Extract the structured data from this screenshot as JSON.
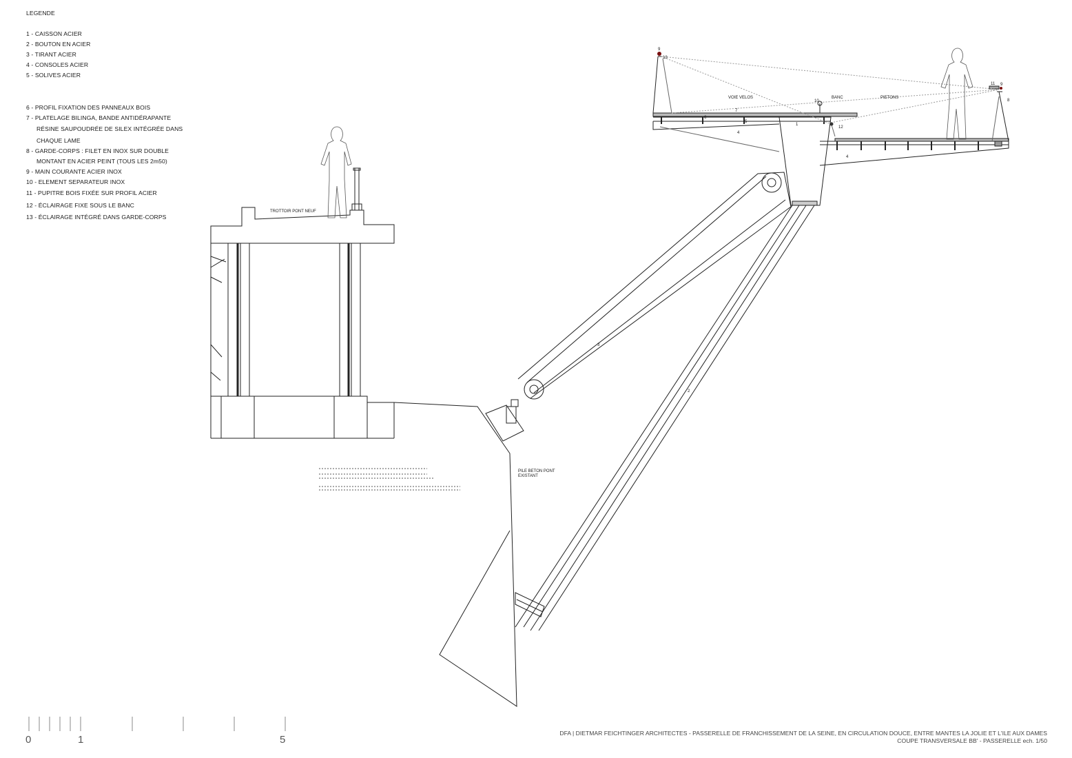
{
  "legend": {
    "title": "LEGENDE",
    "items": [
      "1  - CAISSON ACIER",
      "2  - BOUTON EN ACIER",
      "3  - TIRANT ACIER",
      "4  - CONSOLES ACIER",
      "5  - SOLIVES ACIER",
      "6  - PROFIL FIXATION DES PANNEAUX BOIS",
      "7  - PLATELAGE BILINGA, BANDE ANTIDÉRAPANTE",
      "RÉSINE SAUPOUDRÉE DE SILEX INTÉGRÉE DANS",
      "CHAQUE LAME",
      "8  - GARDE-CORPS : FILET EN INOX SUR DOUBLE",
      "MONTANT EN ACIER PEINT (TOUS LES 2m50)",
      "9  - MAIN COURANTE ACIER INOX",
      "10 - ELEMENT SEPARATEUR INOX",
      "11 - PUPITRE BOIS FIXÉE SUR PROFIL ACIER",
      "12  - ÉCLAIRAGE FIXE SOUS LE BANC",
      "13  - ÉCLAIRAGE INTÉGRÉ DANS GARDE-CORPS"
    ]
  },
  "labels": {
    "trottoir": "TROTTOIR PONT NEUF",
    "voie_velos": "VOIE VELOS",
    "banc": "BANC",
    "pietons": "PIETONS",
    "pile_line1": "PILE BETON PONT",
    "pile_line2": "EXISTANT",
    "n1": "1",
    "n2": "2",
    "n3": "3",
    "n4a": "4",
    "n4b": "4",
    "n5": "5",
    "n6": "6",
    "n7": "7",
    "n8": "8",
    "n9a": "9",
    "n9b": "9",
    "n10": "10",
    "n11": "11",
    "n12": "12",
    "n13": "13"
  },
  "scale": {
    "zero": "0",
    "one": "1",
    "five": "5"
  },
  "footer": {
    "line1": "DFA | DIETMAR FEICHTINGER ARCHITECTES - PASSERELLE DE FRANCHISSEMENT DE LA SEINE, EN CIRCULATION DOUCE, ENTRE MANTES LA JOLIE ET L'ILE AUX DAMES",
    "line2": "COUPE TRANSVERSALE BB' - PASSERELLE ech. 1/50"
  },
  "colors": {
    "line": "#222222",
    "light": "#888888",
    "accent": "#7a1010"
  }
}
